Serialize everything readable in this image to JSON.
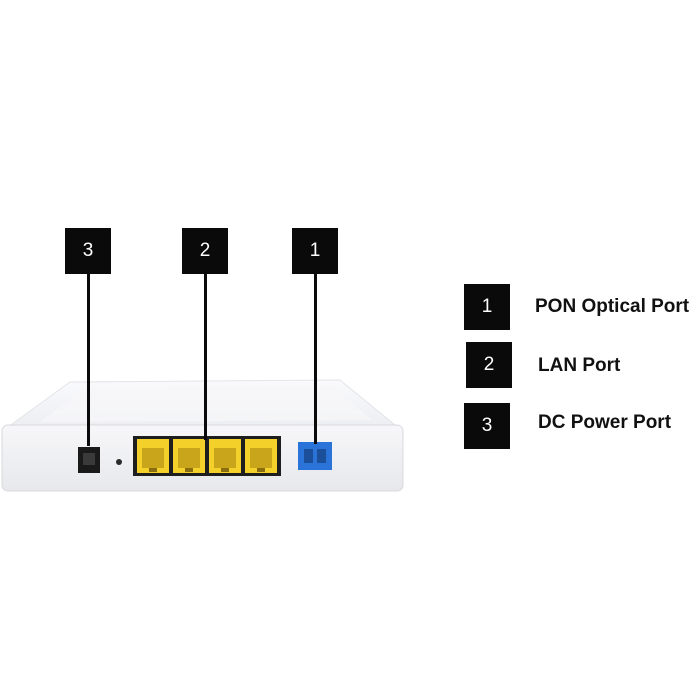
{
  "callouts": [
    {
      "number": "3"
    },
    {
      "number": "2"
    },
    {
      "number": "1"
    }
  ],
  "legend": [
    {
      "number": "1",
      "label": "PON Optical Port"
    },
    {
      "number": "2",
      "label": "LAN Port"
    },
    {
      "number": "3",
      "label": "DC Power Port"
    }
  ],
  "colors": {
    "badge": "#0a0a0a",
    "lan_port": "#f3d12a",
    "pon_port": "#2a73d9",
    "device_body": "#f2f2f4"
  }
}
